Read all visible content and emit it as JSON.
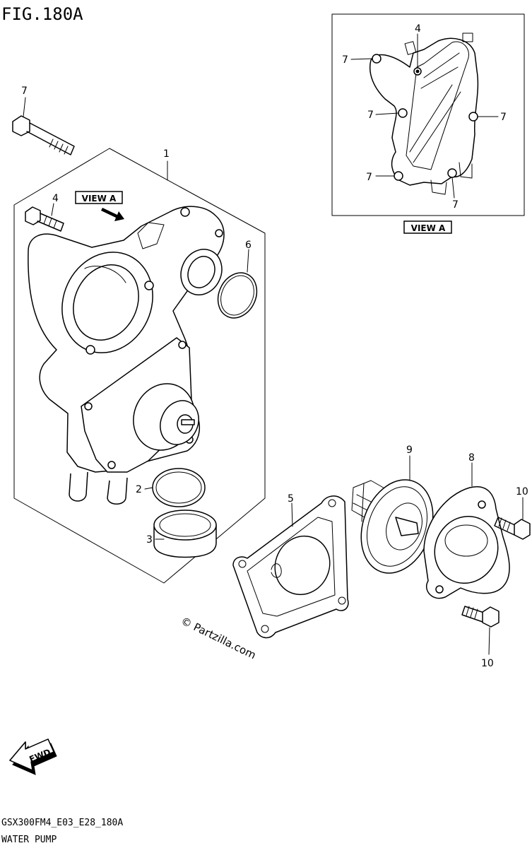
{
  "figure": {
    "title": "FIG.180A"
  },
  "view_labels": {
    "main": "VIEW A",
    "inset": "VIEW A"
  },
  "callouts": {
    "c1": "1",
    "c2": "2",
    "c3": "3",
    "c4": "4",
    "c5": "5",
    "c6": "6",
    "c7_bolt": "7",
    "c8": "8",
    "c9": "9",
    "c10_upper": "10",
    "c10_lower": "10",
    "inset_4": "4",
    "inset_7_a": "7",
    "inset_7_b": "7",
    "inset_7_c": "7",
    "inset_7_d": "7",
    "inset_7_e": "7"
  },
  "watermark": "© Partzilla.com",
  "fwd_label": "FWD",
  "footer": {
    "code": "GSX300FM4_E03_E28_180A",
    "name": "WATER PUMP"
  },
  "icons": {
    "fwd_arrow": "fwd-arrow-icon",
    "view_arrow": "view-direction-arrow-icon"
  }
}
